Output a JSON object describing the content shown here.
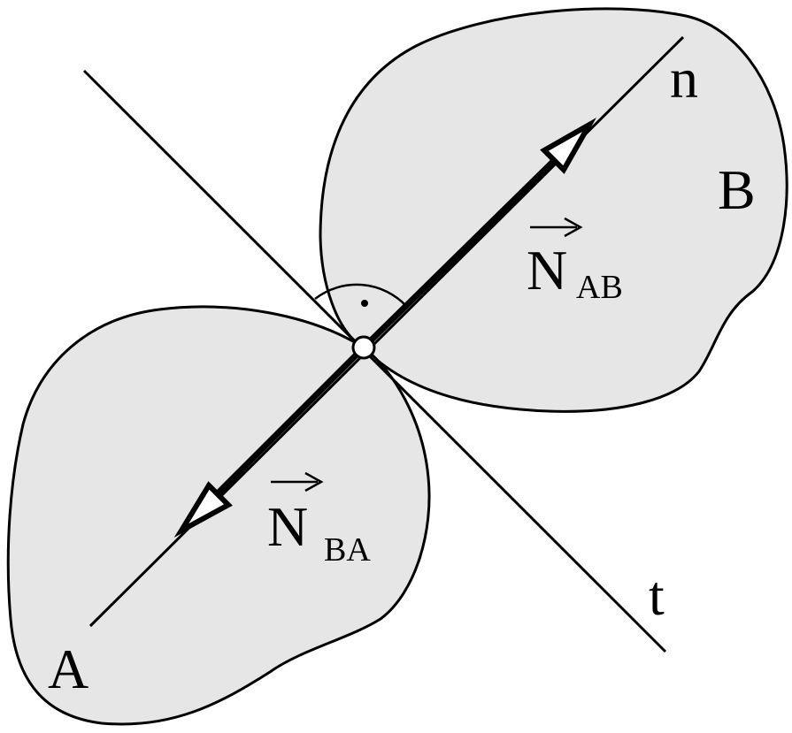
{
  "labels": {
    "body_a": "A",
    "body_b": "B",
    "normal_axis": "n",
    "tangent_axis": "t",
    "force_ab_letter": "N",
    "force_ab_subscript": "AB",
    "force_ba_letter": "N",
    "force_ba_subscript": "BA"
  },
  "colors": {
    "body_fill": "#e6e6e6",
    "stroke": "#000000",
    "background": "#ffffff"
  }
}
